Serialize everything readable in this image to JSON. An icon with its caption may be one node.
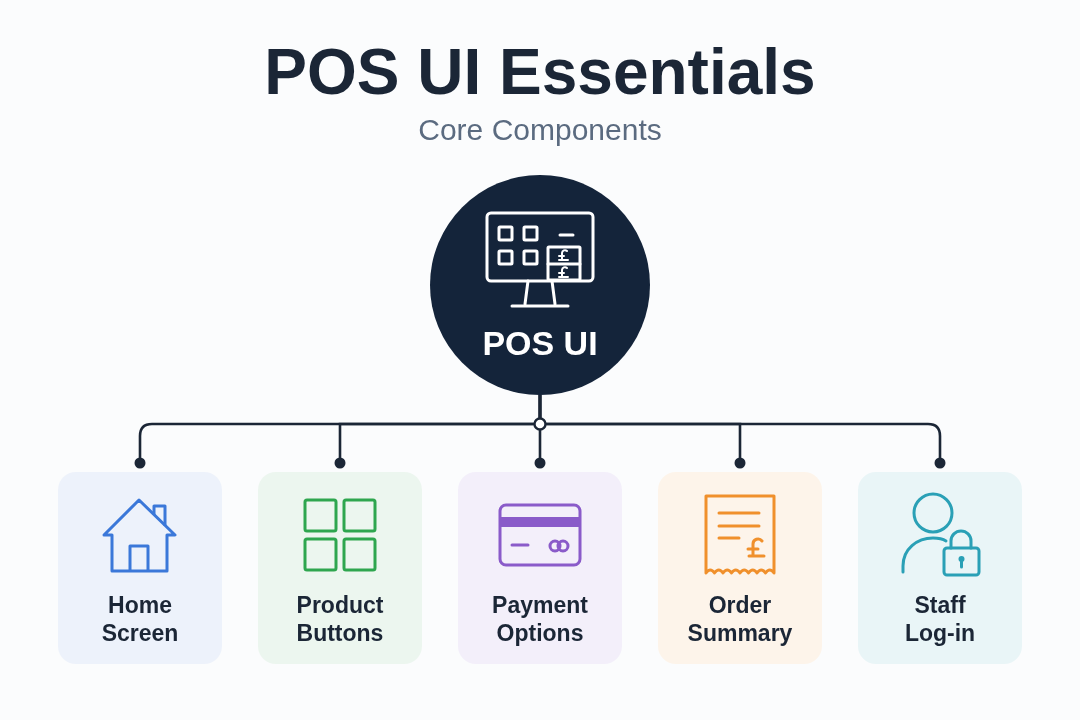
{
  "diagram": {
    "title": "POS UI Essentials",
    "nodes": [
      {
        "text": [
          "POS UI"
        ]
      },
      {
        "text": [
          "Home Screen"
        ]
      },
      {
        "text": [
          "Product Buttons"
        ]
      },
      {
        "text": [
          "Payment Options"
        ]
      },
      {
        "text": [
          "Order Summary"
        ]
      },
      {
        "text": [
          "Staff Log-in"
        ]
      }
    ],
    "edges": [
      {
        "from": 0,
        "to": 1,
        "arrow": "other"
      },
      {
        "from": 0,
        "to": 2,
        "arrow": "other"
      },
      {
        "from": 0,
        "to": 3,
        "arrow": "other"
      },
      {
        "from": 0,
        "to": 4,
        "arrow": "other"
      },
      {
        "from": 0,
        "to": 5,
        "arrow": "other"
      }
    ],
    "labels": [
      "Core Components"
    ]
  }
}
